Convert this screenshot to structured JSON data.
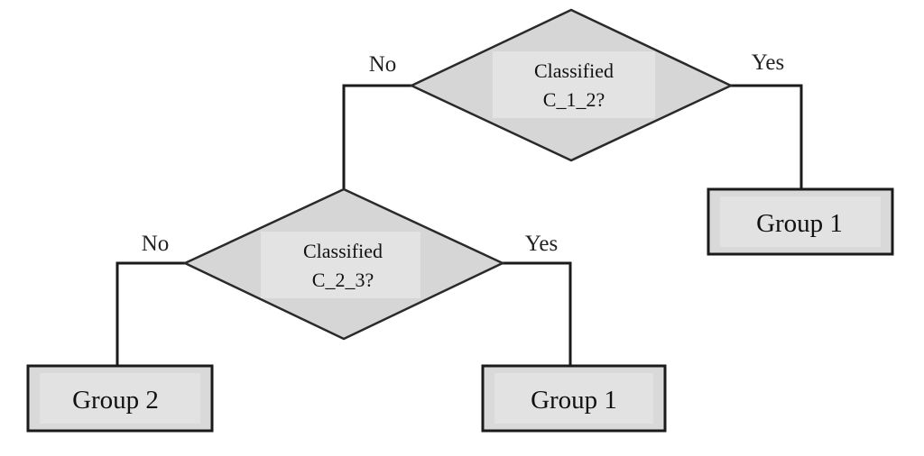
{
  "decision_1": {
    "line1": "Classified",
    "line2": "C_1_2?",
    "no_label": "No",
    "yes_label": "Yes"
  },
  "decision_2": {
    "line1": "Classified",
    "line2": "C_2_3?",
    "no_label": "No",
    "yes_label": "Yes"
  },
  "outcomes": {
    "right_top": "Group 1",
    "left_bottom": "Group 2",
    "middle_bottom": "Group 1"
  },
  "colors": {
    "shape_fill": "#d6d6d6",
    "line": "#1a1a1a",
    "text": "#111111"
  }
}
